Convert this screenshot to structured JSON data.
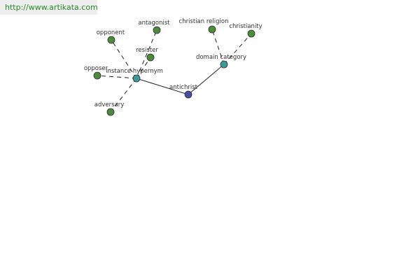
{
  "source": {
    "url_text": "http://www.artikata.com"
  },
  "colors": {
    "leaf": "#4e8a3e",
    "relation": "#3c9a9e",
    "center": "#4a4e9e"
  },
  "graph": {
    "center": {
      "id": "antichrist",
      "label": "antichrist"
    },
    "relations": [
      {
        "id": "instance-hypernym",
        "label": "instance hypernym"
      },
      {
        "id": "domain-category",
        "label": "domain category"
      }
    ],
    "leaves": [
      {
        "id": "opponent",
        "label": "opponent",
        "relation": "instance-hypernym"
      },
      {
        "id": "antagonist",
        "label": "antagonist",
        "relation": "instance-hypernym"
      },
      {
        "id": "resister",
        "label": "resister",
        "relation": "instance-hypernym"
      },
      {
        "id": "opposer",
        "label": "opposer",
        "relation": "instance-hypernym"
      },
      {
        "id": "adversary",
        "label": "adversary",
        "relation": "instance-hypernym"
      },
      {
        "id": "christian-religion",
        "label": "christian religion",
        "relation": "domain-category"
      },
      {
        "id": "christianity",
        "label": "christianity",
        "relation": "domain-category"
      }
    ]
  }
}
